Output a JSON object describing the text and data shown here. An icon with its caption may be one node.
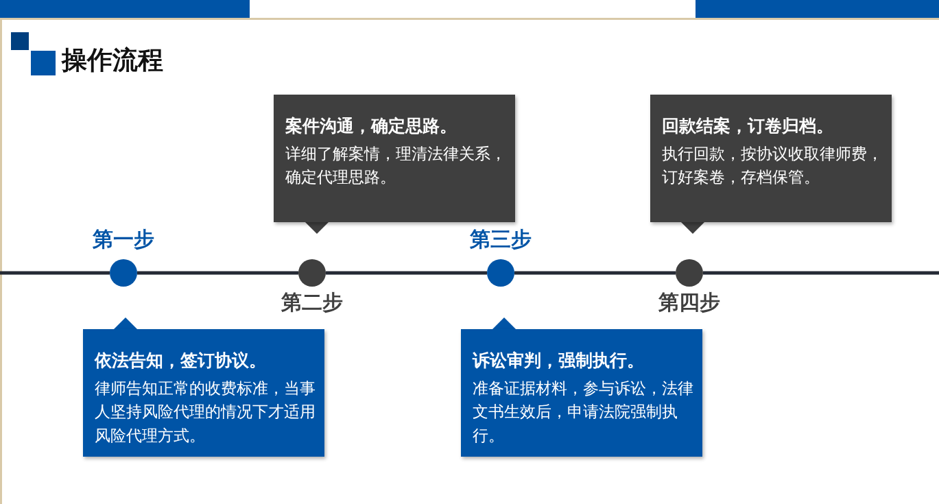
{
  "diagram": {
    "title": "操作流程",
    "nodes": [
      {
        "text": [],
        "shape": "circle",
        "beside": [
          "第一步"
        ]
      },
      {
        "text": [],
        "shape": "circle",
        "beside": [
          "第二步"
        ]
      },
      {
        "text": [],
        "shape": "circle",
        "beside": [
          "第三步"
        ]
      },
      {
        "text": [],
        "shape": "circle",
        "beside": [
          "第四步"
        ]
      },
      {
        "text": [
          "依法告知，签订协议。",
          "律师告知正常的收费标准，当事人坚持风险代理的情况下才适用风险代理方式。"
        ]
      },
      {
        "text": [
          "案件沟通，确定思路。",
          "详细了解案情，理清法律关系，确定代理思路。"
        ]
      },
      {
        "text": [
          "诉讼审判，强制执行。",
          "准备证据材料，参与诉讼，法律文书生效后，申请法院强制执行。"
        ]
      },
      {
        "text": [
          "回款结案，订卷归档。",
          "执行回款，按协议收取律师费，订好案卷，存档保管。"
        ]
      }
    ],
    "edges": [
      {
        "from": 0,
        "to": 1,
        "arrow": "none"
      },
      {
        "from": 1,
        "to": 2,
        "arrow": "none"
      },
      {
        "from": 2,
        "to": 3,
        "arrow": "none"
      }
    ]
  }
}
